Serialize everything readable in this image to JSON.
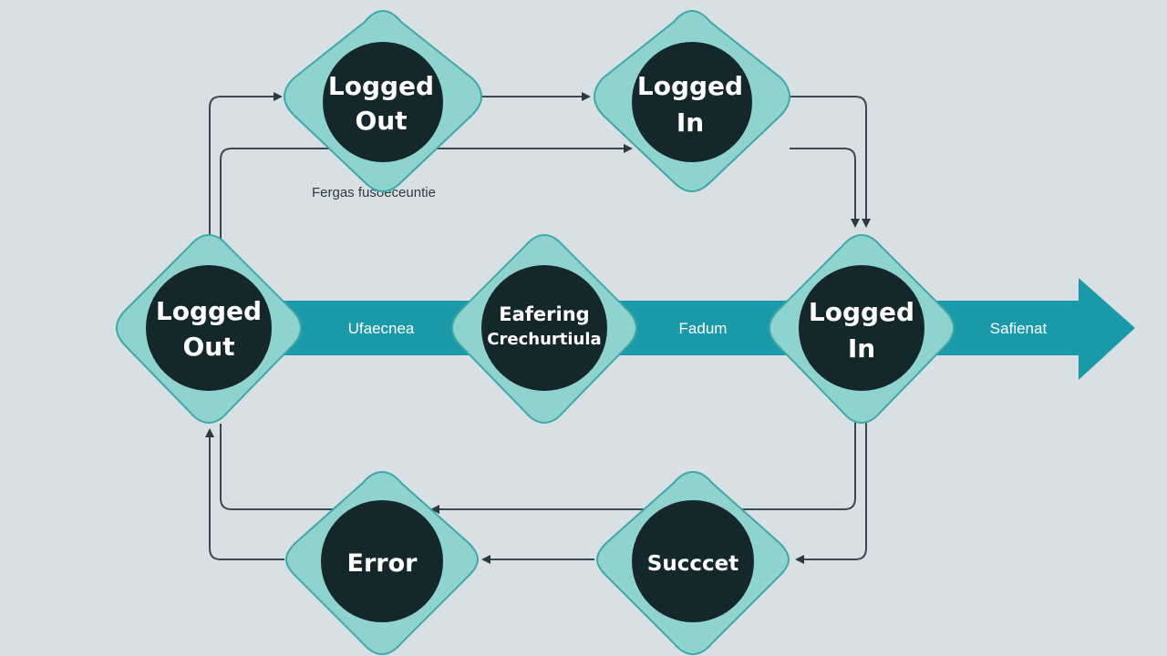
{
  "colors": {
    "background": "#d9e0e3",
    "diamond_fill": "#8fd3cf",
    "diamond_stroke": "#3ea8a8",
    "circle_fill": "#14282c",
    "band": "#1a9aa8",
    "connector": "#3a4a4e"
  },
  "nodes": {
    "top_logged_out": {
      "line1": "Logged",
      "line2": "Out"
    },
    "top_logged_in": {
      "line1": "Logged",
      "line2": "In"
    },
    "mid_logged_out": {
      "line1": "Logged",
      "line2": "Out"
    },
    "mid_entering": {
      "line1": "Eafering",
      "line2": "Crechurtiula"
    },
    "mid_logged_in": {
      "line1": "Logged",
      "line2": "In"
    },
    "bottom_error": {
      "line1": "Error"
    },
    "bottom_success": {
      "line1": "Succcet"
    }
  },
  "band_labels": {
    "left": "Ufaecnea",
    "middle": "Fadum",
    "right": "Safienat"
  },
  "caption": "Fergas fusoeceuntie"
}
